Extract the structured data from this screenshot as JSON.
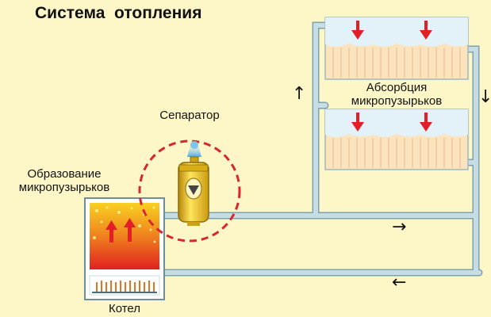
{
  "title": "Система  отопления",
  "labels": {
    "separator": "Сепаратор",
    "formation_line1": "Образование",
    "formation_line2": "микропузырьков",
    "absorption_line1": "Абсорбция",
    "absorption_line2": "микропузырьков",
    "boiler": "Котел"
  },
  "flow_arrows": {
    "up": "↑",
    "down": "↓",
    "right": "→",
    "left": "←"
  },
  "colors": {
    "background": "#fdf7c7",
    "pipe": "#b9d3dd",
    "pipe_outline": "#7fa1ad",
    "hot_red": "#e21f26",
    "boiler_yellow": "#f7d21c",
    "separator_gold": "#e0b314",
    "dashed_circle": "#d8262e",
    "radiator_fill": "#fbe3be",
    "cold_blue": "#d7ecf6"
  },
  "icons": [
    "boiler-icon",
    "separator-icon",
    "radiator-icon",
    "flame-icon",
    "flow-arrow-icon"
  ]
}
